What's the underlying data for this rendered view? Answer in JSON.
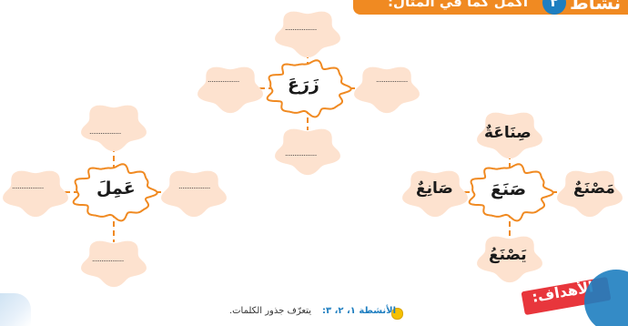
{
  "header": {
    "badge_text": "نشاط",
    "badge_number": "٢",
    "instruction": "أكمل كما في المثال:"
  },
  "colors": {
    "orange": "#f08a22",
    "cloud_fill": "#fde2cf",
    "center_fill": "#ffffff",
    "objectives_red": "#e8363c",
    "blue": "#1e7ec0",
    "yellow": "#f5c000"
  },
  "cluster_work": {
    "center": "عَمِلَ",
    "top": ".................",
    "bottom": ".................",
    "left": ".................",
    "right": "................."
  },
  "cluster_plant": {
    "center": "زَرَعَ",
    "top": ".................",
    "bottom": ".................",
    "left": ".................",
    "right": "................."
  },
  "cluster_make": {
    "center": "صَنَعَ",
    "top": "صِنَاعَةٌ",
    "bottom": "يَصْنَعُ",
    "left": "صَانِعٌ",
    "right": "مَصْنَعٌ"
  },
  "objectives": {
    "title": "الأهداف:",
    "item_label": "الأنشطة ١، ٢، ٣:",
    "item_text": "يتعرّف جذور الكلمات."
  }
}
